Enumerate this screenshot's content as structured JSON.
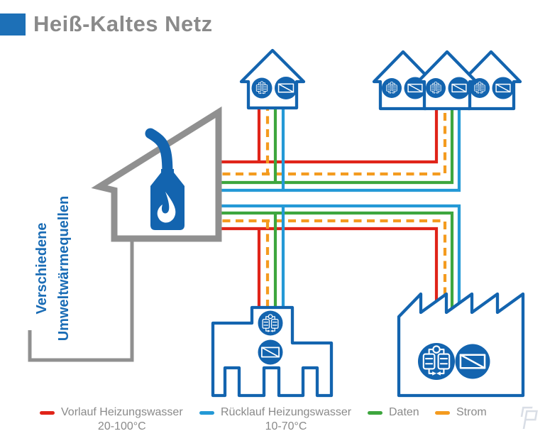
{
  "title": {
    "text": "Heiß-Kaltes Netz"
  },
  "source_label": {
    "line1": "Verschiedene",
    "line2": "Umweltwärmequellen"
  },
  "legend": {
    "items": [
      {
        "label": "Vorlauf Heizungswasser",
        "sublabel": "20-100°C",
        "color_key": "red"
      },
      {
        "label": "Rücklauf Heizungswasser",
        "sublabel": "10-70°C",
        "color_key": "blue"
      },
      {
        "label": "Daten",
        "sublabel": "",
        "color_key": "green"
      },
      {
        "label": "Strom",
        "sublabel": "",
        "color_key": "orange"
      }
    ]
  },
  "colors": {
    "red": "#e02419",
    "blue": "#2499d6",
    "green": "#3da63e",
    "orange": "#f49b1f",
    "building_blue": "#1364af",
    "source_gray": "#909090",
    "text_gray": "#8a8a8a",
    "label_blue": "#1a6cb5",
    "title_square_blue": "#1d70b7",
    "logo_gray": "#d9dee6"
  },
  "icons": {
    "consumer_unit": "heat-pump-cycle",
    "exchanger": "heat-exchanger",
    "boiler": "boiler-flame",
    "watermark": "fp-monogram"
  }
}
